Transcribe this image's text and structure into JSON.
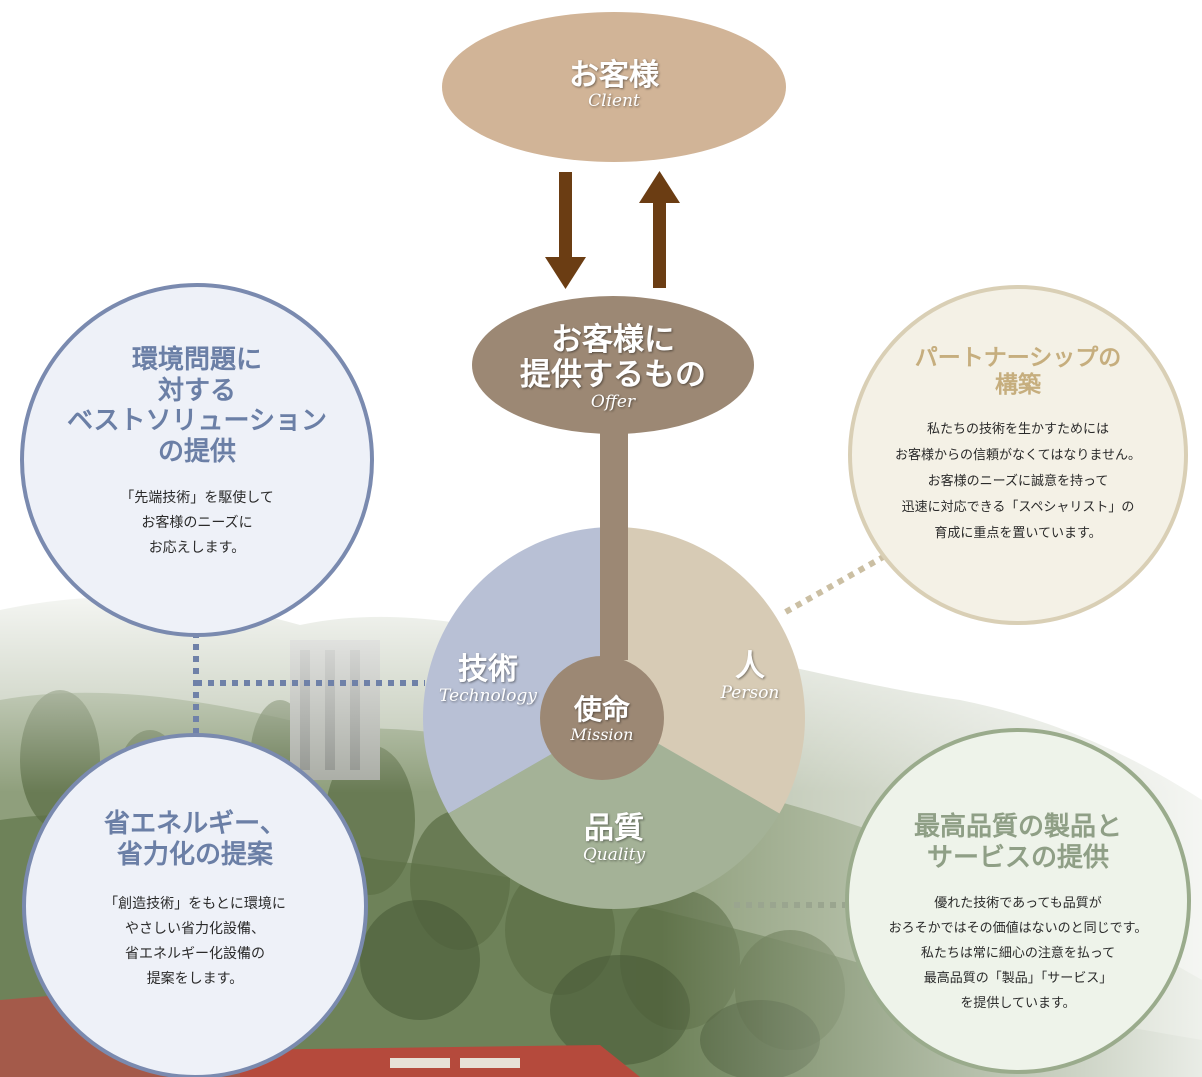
{
  "client": {
    "title": "お客様",
    "subtitle": "Client"
  },
  "offer": {
    "title_line1": "お客様に",
    "title_line2": "提供するもの",
    "subtitle": "Offer"
  },
  "mission": {
    "title": "使命",
    "subtitle": "Mission"
  },
  "segments": {
    "technology": {
      "title": "技術",
      "subtitle": "Technology"
    },
    "person": {
      "title": "人",
      "subtitle": "Person"
    },
    "quality": {
      "title": "品質",
      "subtitle": "Quality"
    }
  },
  "circles": {
    "environment": {
      "title_lines": [
        "環境問題に",
        "対する",
        "ベストソリューション",
        "の提供"
      ],
      "body_lines": [
        "「先端技術」を駆使して",
        "お客様のニーズに",
        "お応えします。"
      ]
    },
    "energy": {
      "title_lines": [
        "省エネルギー、",
        "省力化の提案"
      ],
      "body_lines": [
        "「創造技術」をもとに環境に",
        "やさしい省力化設備、",
        "省エネルギー化設備の",
        "提案をします。"
      ]
    },
    "partnership": {
      "title_lines": [
        "パートナーシップの",
        "構築"
      ],
      "body_lines": [
        "私たちの技術を生かすためには",
        "お客様からの信頼がなくてはなりません。",
        "お客様のニーズに誠意を持って",
        "迅速に対応できる「スペシャリスト」の",
        "育成に重点を置いています。"
      ]
    },
    "quality": {
      "title_lines": [
        "最高品質の製品と",
        "サービスの提供"
      ],
      "body_lines": [
        "優れた技術であっても品質が",
        "おろそかではその価値はないのと同じです。",
        "私たちは常に細心の注意を払って",
        "最高品質の「製品」「サービス」",
        "を提供しています。"
      ]
    }
  },
  "colors": {
    "client": "#d1b497",
    "offer": "#9c8874",
    "arrow": "#6b3d13",
    "technology": "#b8c0d5",
    "person": "#d7cbb5",
    "quality": "#a4b297",
    "mission": "#9c8874",
    "circle_blue_fill": "#eef1f8",
    "circle_blue_border": "#7a8aaf",
    "circle_tan_fill": "#f4f1e6",
    "circle_tan_border": "#d9cfb5",
    "circle_green_fill": "#eef3ea",
    "circle_green_border": "#9aab8c",
    "title_blue": "#6b7fa6",
    "title_tan": "#c6ae7e",
    "title_green": "#8f9f86"
  }
}
